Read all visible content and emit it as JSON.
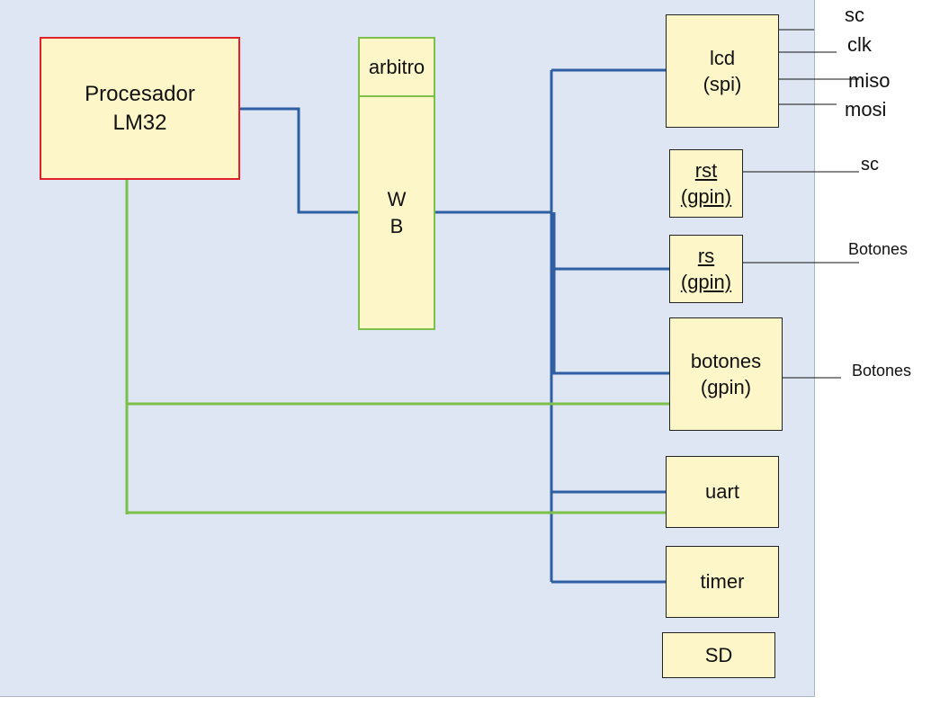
{
  "diagram": {
    "processor": {
      "line1": "Procesador",
      "line2": "LM32"
    },
    "bus": {
      "arbiter": "arbitro",
      "line1": "W",
      "line2": "B"
    },
    "peripherals": {
      "lcd": {
        "line1": "lcd",
        "line2": "(spi)"
      },
      "rst": {
        "line1": "rst",
        "line2": "(gpin)"
      },
      "rs": {
        "line1": "rs",
        "line2": "(gpin)"
      },
      "botones": {
        "line1": "botones",
        "line2": "(gpin)"
      },
      "uart": {
        "label": "uart"
      },
      "timer": {
        "label": "timer"
      },
      "sd": {
        "label": "SD"
      }
    },
    "signals": {
      "lcd": [
        "sc",
        "clk",
        "miso",
        "mosi"
      ],
      "rst": "sc",
      "rs": "Botones",
      "botones": "Botones"
    },
    "colors": {
      "background": "#dde6f2",
      "box_fill": "#fdf6c8",
      "processor_border": "#e0202a",
      "bus_border": "#7cbf4a",
      "data_wire": "#2e5fa3",
      "irq_wire": "#7cbf4a"
    }
  }
}
